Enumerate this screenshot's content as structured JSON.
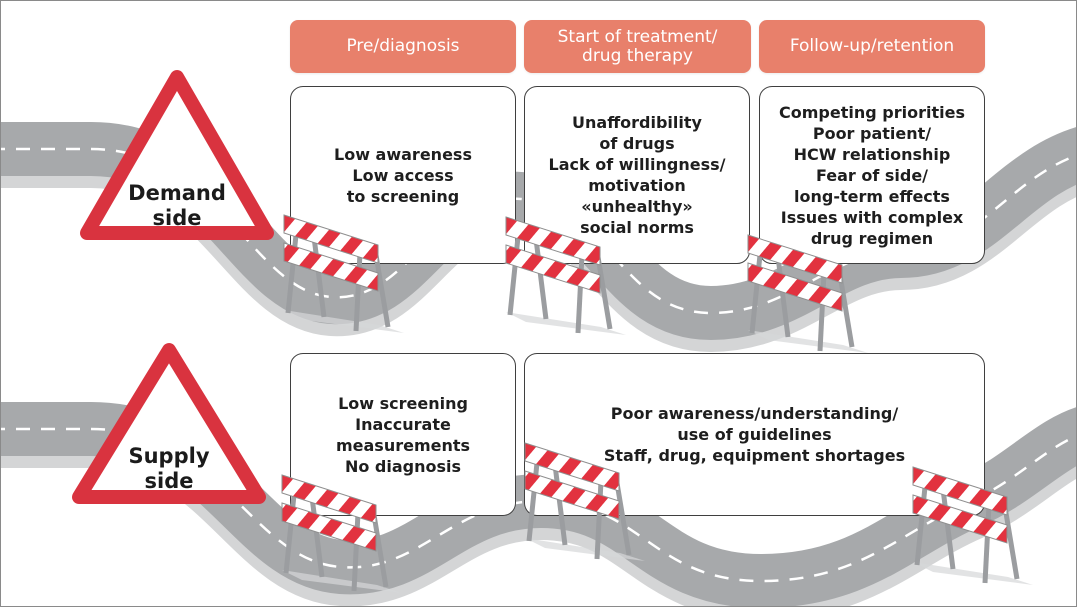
{
  "headers": [
    "Pre/diagnosis",
    "Start of treatment/\ndrug therapy",
    "Follow-up/retention"
  ],
  "demand": {
    "sign_label": "Demand\nside",
    "boxes": [
      [
        "Low awareness",
        "Low access",
        "to screening"
      ],
      [
        "Unaffordibility",
        "of drugs",
        "Lack of willingness/",
        "motivation",
        "«unhealthy»",
        "social norms"
      ],
      [
        "Competing priorities",
        "Poor patient/",
        "HCW relationship",
        "Fear of side/",
        "long-term effects",
        "Issues with complex",
        "drug regimen"
      ]
    ]
  },
  "supply": {
    "sign_label": "Supply\nside",
    "boxes": [
      [
        "Low screening",
        "Inaccurate",
        "measurements",
        "No diagnosis"
      ],
      [
        "Poor awareness/understanding/",
        "use of guidelines",
        "Staff, drug, equipment shortages"
      ]
    ]
  },
  "colors": {
    "header": "#e8806b",
    "sign_red": "#d9333f",
    "barrier_red": "#e2323f",
    "road": "#a7a9ab",
    "road_shadow": "#d4d5d6"
  }
}
